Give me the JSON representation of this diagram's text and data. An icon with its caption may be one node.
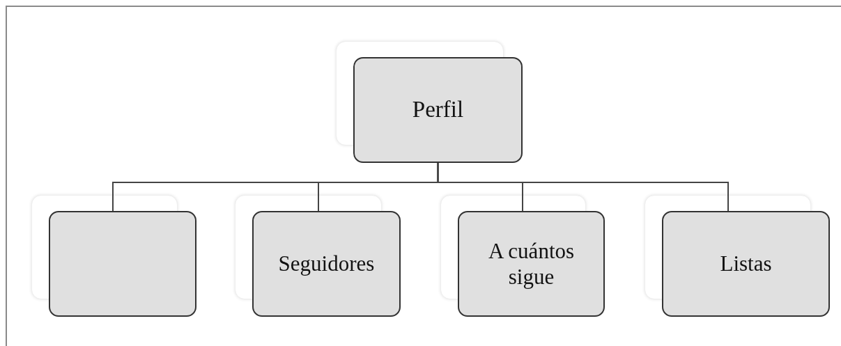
{
  "diagram": {
    "nodes": [
      {
        "text": [
          "Perfil"
        ]
      },
      {
        "text": [],
        "shape": "box"
      },
      {
        "text": [
          "Seguidores"
        ]
      },
      {
        "text": [
          "A cuántos sigue"
        ]
      },
      {
        "text": [
          "Listas"
        ]
      }
    ],
    "edges": [
      {
        "from": 0,
        "to": 1,
        "arrow": "none"
      },
      {
        "from": 0,
        "to": 2,
        "arrow": "none"
      },
      {
        "from": 0,
        "to": 3,
        "arrow": "none"
      },
      {
        "from": 0,
        "to": 4,
        "arrow": "none"
      }
    ]
  }
}
